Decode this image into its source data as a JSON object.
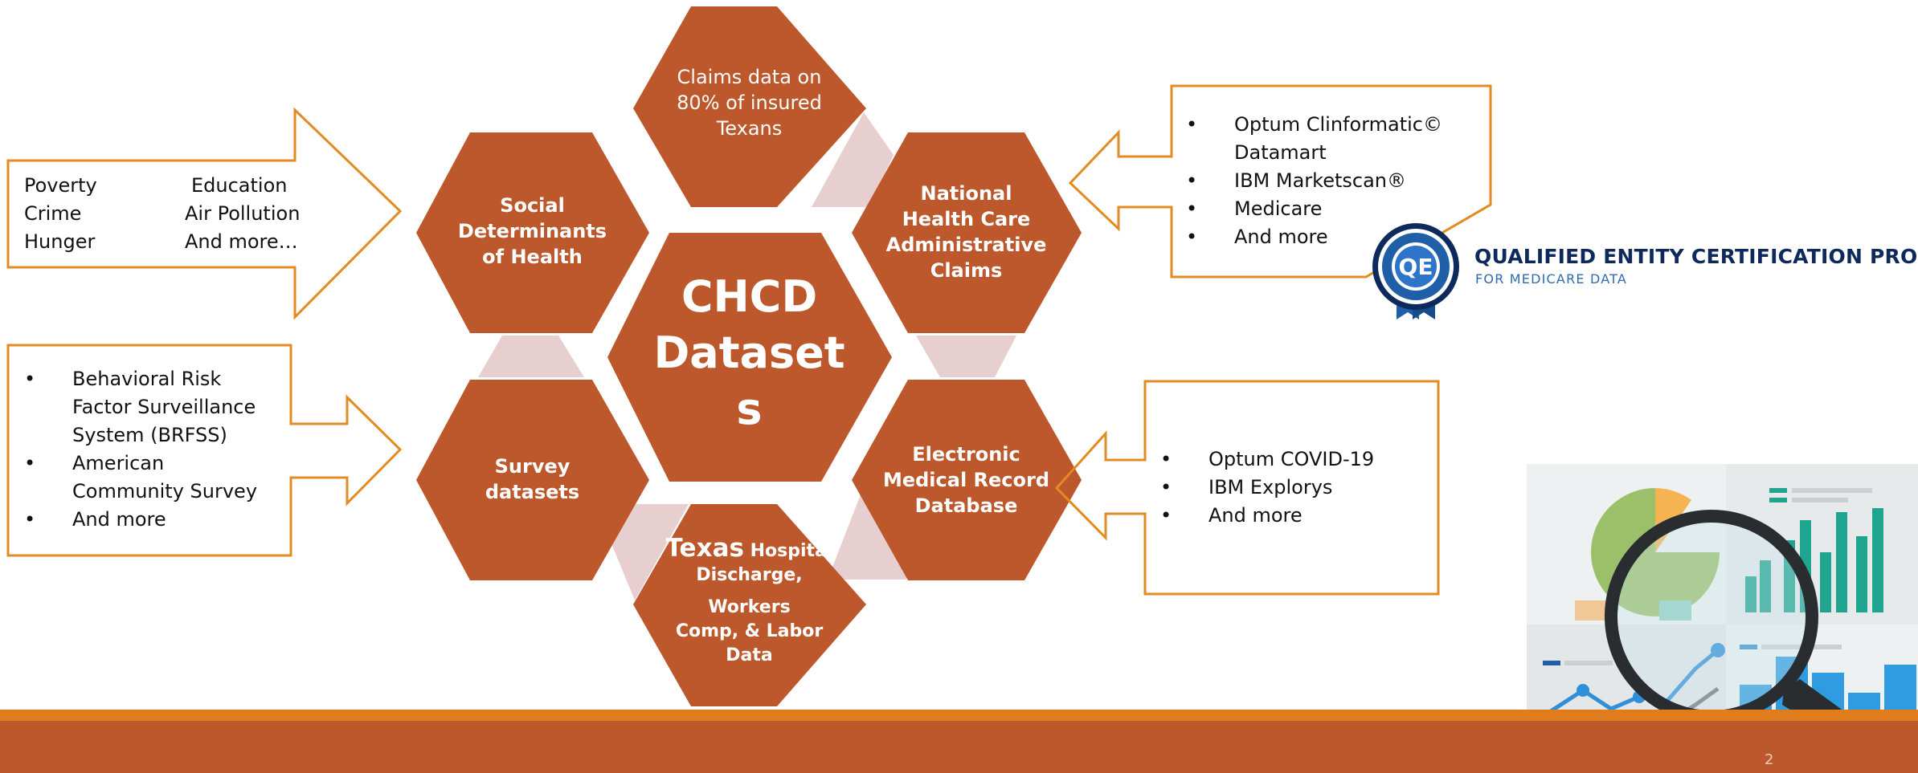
{
  "center": {
    "lines": [
      "CHCD",
      "Dataset",
      "s"
    ]
  },
  "hexagons": {
    "claims_80": [
      "Claims data on",
      "80% of insured",
      "Texans"
    ],
    "social_determinants": [
      "Social",
      "Determinants",
      "of Health"
    ],
    "national_claims": [
      "National",
      "Health Care",
      "Administrative",
      "Claims"
    ],
    "survey": [
      "Survey",
      "datasets"
    ],
    "emr": [
      "Electronic",
      "Medical Record",
      "Database"
    ],
    "texas": {
      "big_word": "Texas",
      "line1_rest": "Hospital",
      "lines": [
        "Discharge,",
        "Workers",
        "Comp, & Labor",
        "Data"
      ]
    }
  },
  "boxes": {
    "social": {
      "col1": [
        "Poverty",
        "Crime",
        "Hunger"
      ],
      "col2": [
        "Education",
        "Air Pollution",
        "And more…"
      ]
    },
    "survey": {
      "items": [
        [
          "Behavioral Risk",
          "Factor Surveillance",
          "System (BRFSS)"
        ],
        [
          "American",
          "Community Survey"
        ],
        [
          "And more"
        ]
      ]
    },
    "national": {
      "items": [
        [
          "Optum Clinformatic©",
          "Datamart"
        ],
        [
          "IBM Marketscan®"
        ],
        [
          "Medicare"
        ],
        [
          "And more"
        ]
      ]
    },
    "emr": {
      "items": [
        [
          "Optum COVID-19"
        ],
        [
          "IBM Explorys"
        ],
        [
          "And more"
        ]
      ]
    }
  },
  "qe": {
    "badge_letters": "QE",
    "title": "QUALIFIED ENTITY CERTIFICATION PROGRAM",
    "subtitle": "FOR MEDICARE DATA"
  },
  "page_number": "2",
  "colors": {
    "hex_fill": "#BD582C",
    "connector": "#E8CFCF",
    "arrow_stroke": "#E38A23",
    "bar_light": "#E07C1B",
    "bar_dark": "#BD582C",
    "qe_navy": "#0E2A5C"
  }
}
